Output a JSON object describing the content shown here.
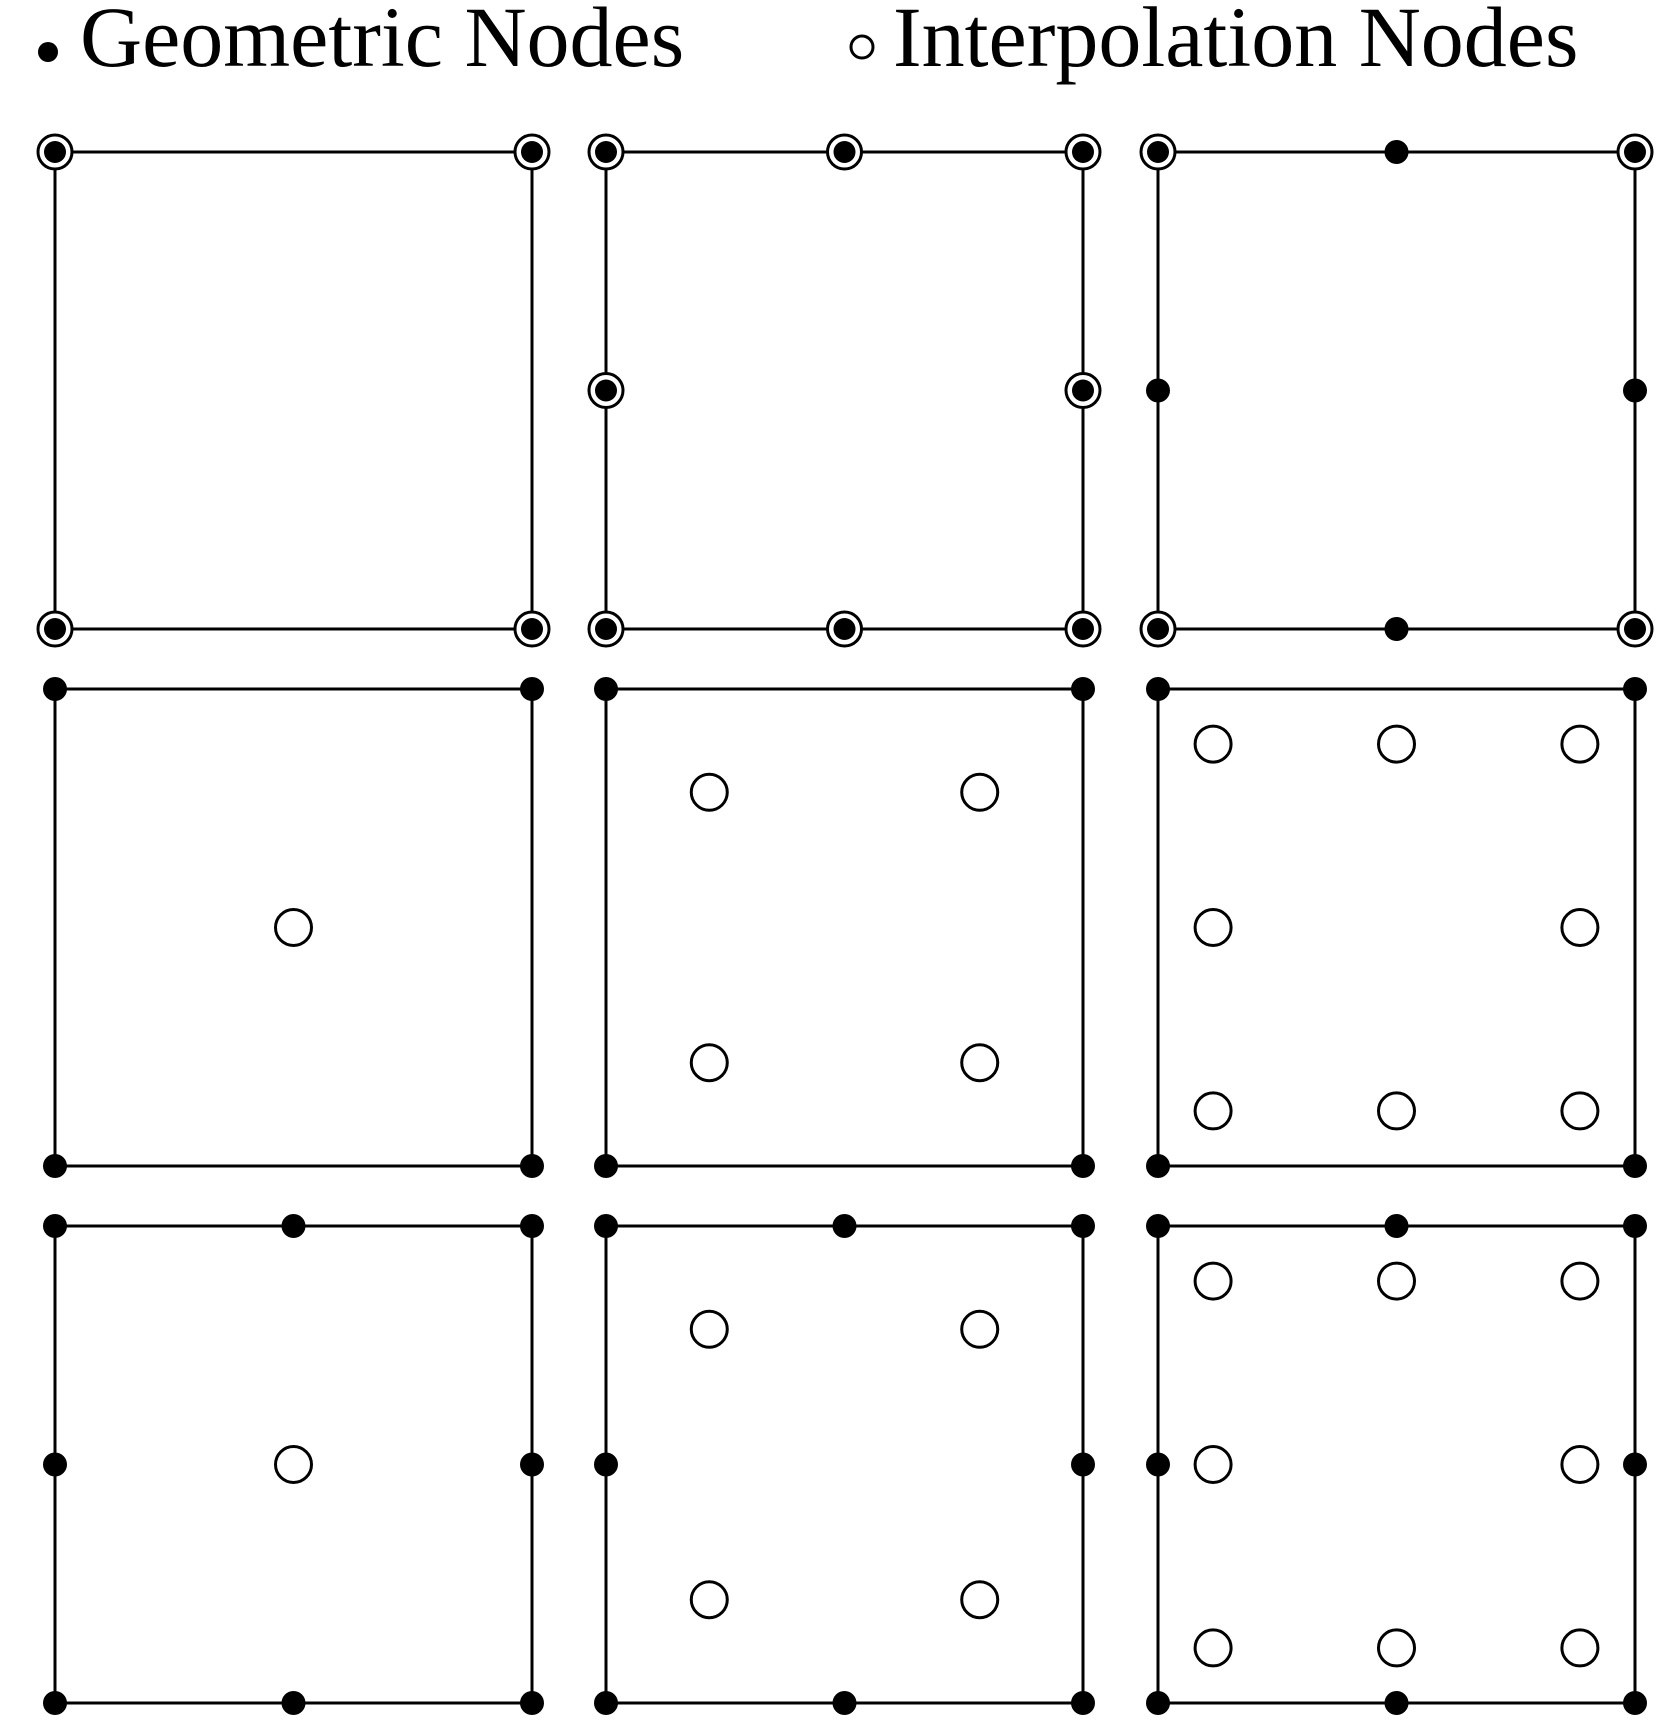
{
  "legend": {
    "geometric_label": "Geometric Nodes",
    "interpolation_label": "Interpolation Nodes"
  },
  "colors": {
    "stroke": "#000000",
    "fill_geometric": "#000000",
    "fill_interpolation": "#ffffff",
    "background": "#ffffff"
  },
  "panels": [
    {
      "geometric": [
        [
          0,
          0
        ],
        [
          1,
          0
        ],
        [
          0,
          1
        ],
        [
          1,
          1
        ]
      ],
      "interpolation": [
        [
          0,
          0
        ],
        [
          1,
          0
        ],
        [
          0,
          1
        ],
        [
          1,
          1
        ]
      ]
    },
    {
      "geometric": [
        [
          0,
          0
        ],
        [
          0.5,
          0
        ],
        [
          1,
          0
        ],
        [
          0,
          0.5
        ],
        [
          1,
          0.5
        ],
        [
          0,
          1
        ],
        [
          0.5,
          1
        ],
        [
          1,
          1
        ]
      ],
      "interpolation": [
        [
          0,
          0
        ],
        [
          0.5,
          0
        ],
        [
          1,
          0
        ],
        [
          0,
          0.5
        ],
        [
          1,
          0.5
        ],
        [
          0,
          1
        ],
        [
          0.5,
          1
        ],
        [
          1,
          1
        ]
      ]
    },
    {
      "geometric": [
        [
          0,
          0
        ],
        [
          0.5,
          0
        ],
        [
          1,
          0
        ],
        [
          0,
          0.5
        ],
        [
          1,
          0.5
        ],
        [
          0,
          1
        ],
        [
          0.5,
          1
        ],
        [
          1,
          1
        ]
      ],
      "interpolation": [
        [
          0,
          0
        ],
        [
          1,
          0
        ],
        [
          0,
          1
        ],
        [
          1,
          1
        ]
      ]
    },
    {
      "geometric": [
        [
          0,
          0
        ],
        [
          1,
          0
        ],
        [
          0,
          1
        ],
        [
          1,
          1
        ]
      ],
      "interpolation": [
        [
          0.5,
          0.5
        ]
      ]
    },
    {
      "geometric": [
        [
          0,
          0
        ],
        [
          1,
          0
        ],
        [
          0,
          1
        ],
        [
          1,
          1
        ]
      ],
      "interpolation": [
        [
          0.2165,
          0.2165
        ],
        [
          0.7835,
          0.2165
        ],
        [
          0.2165,
          0.7835
        ],
        [
          0.7835,
          0.7835
        ]
      ]
    },
    {
      "geometric": [
        [
          0,
          0
        ],
        [
          1,
          0
        ],
        [
          0,
          1
        ],
        [
          1,
          1
        ]
      ],
      "interpolation": [
        [
          0.1155,
          0.1155
        ],
        [
          0.5,
          0.1155
        ],
        [
          0.8845,
          0.1155
        ],
        [
          0.1155,
          0.5
        ],
        [
          0.8845,
          0.5
        ],
        [
          0.1155,
          0.8845
        ],
        [
          0.5,
          0.8845
        ],
        [
          0.8845,
          0.8845
        ]
      ]
    },
    {
      "geometric": [
        [
          0,
          0
        ],
        [
          0.5,
          0
        ],
        [
          1,
          0
        ],
        [
          0,
          0.5
        ],
        [
          1,
          0.5
        ],
        [
          0,
          1
        ],
        [
          0.5,
          1
        ],
        [
          1,
          1
        ]
      ],
      "interpolation": [
        [
          0.5,
          0.5
        ]
      ]
    },
    {
      "geometric": [
        [
          0,
          0
        ],
        [
          0.5,
          0
        ],
        [
          1,
          0
        ],
        [
          0,
          0.5
        ],
        [
          1,
          0.5
        ],
        [
          0,
          1
        ],
        [
          0.5,
          1
        ],
        [
          1,
          1
        ]
      ],
      "interpolation": [
        [
          0.2165,
          0.2165
        ],
        [
          0.7835,
          0.2165
        ],
        [
          0.2165,
          0.7835
        ],
        [
          0.7835,
          0.7835
        ]
      ]
    },
    {
      "geometric": [
        [
          0,
          0
        ],
        [
          0.5,
          0
        ],
        [
          1,
          0
        ],
        [
          0,
          0.5
        ],
        [
          1,
          0.5
        ],
        [
          0,
          1
        ],
        [
          0.5,
          1
        ],
        [
          1,
          1
        ]
      ],
      "interpolation": [
        [
          0.1155,
          0.1155
        ],
        [
          0.5,
          0.1155
        ],
        [
          0.8845,
          0.1155
        ],
        [
          0.1155,
          0.5
        ],
        [
          0.8845,
          0.5
        ],
        [
          0.1155,
          0.8845
        ],
        [
          0.5,
          0.8845
        ],
        [
          0.8845,
          0.8845
        ]
      ]
    }
  ]
}
